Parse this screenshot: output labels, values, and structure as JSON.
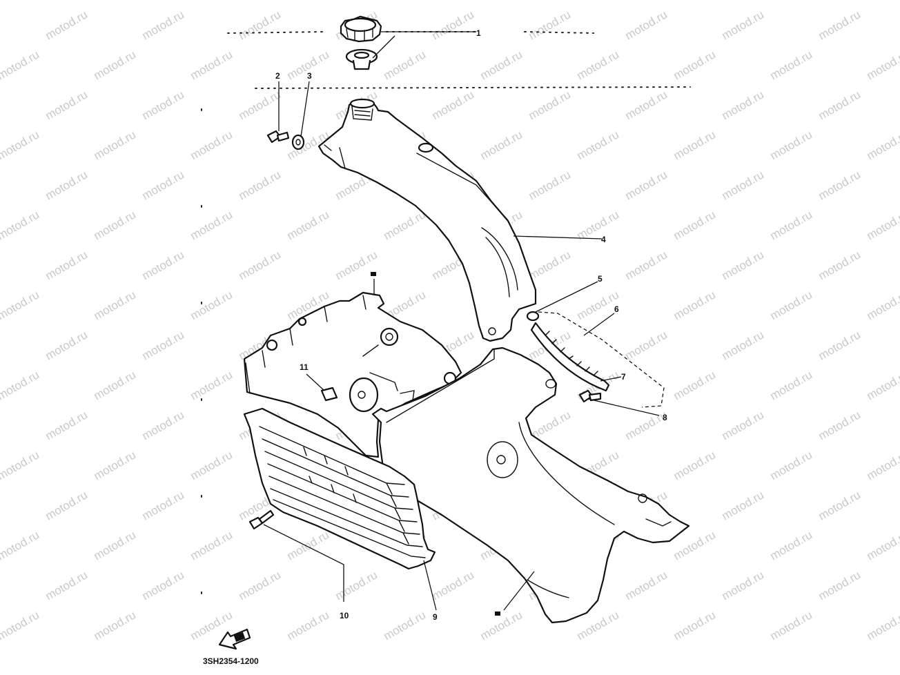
{
  "watermark": {
    "text": "motod.ru",
    "color": "#c9c9c9"
  },
  "diagram_code": "3SH2354-1200",
  "callouts": [
    {
      "id": "1",
      "text": "1"
    },
    {
      "id": "2",
      "text": "2"
    },
    {
      "id": "3",
      "text": "3"
    },
    {
      "id": "4",
      "text": "4"
    },
    {
      "id": "5",
      "text": "5"
    },
    {
      "id": "6",
      "text": "6"
    },
    {
      "id": "7",
      "text": "7"
    },
    {
      "id": "8",
      "text": "8"
    },
    {
      "id": "9",
      "text": "9"
    },
    {
      "id": "10",
      "text": "10"
    },
    {
      "id": "11",
      "text": "11"
    }
  ],
  "front_arrow_icon": "front-direction-arrow-icon"
}
